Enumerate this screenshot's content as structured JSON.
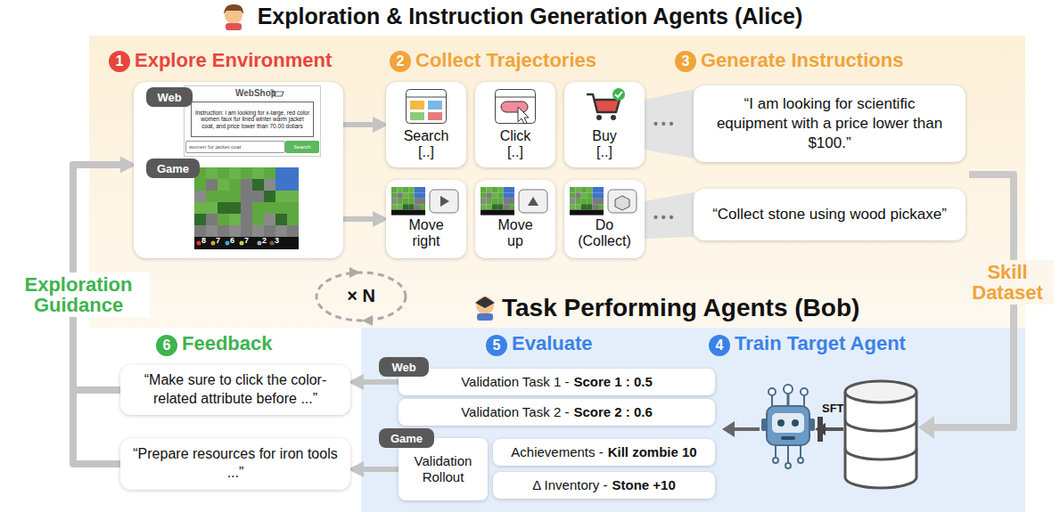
{
  "diagram": {
    "title": "Exploration & Instruction Generation Agents (Alice)",
    "nodes": [
      {
        "text": [
          "WebShop"
        ]
      },
      {
        "text": [
          "Web"
        ],
        "in": 0
      },
      {
        "text": [
          "Instruction: i am looking for x-large, red color women faux fur lined winter warm jacket coat, and price lower than 70.00 dollars"
        ],
        "in": 0
      },
      {
        "text": [
          "women fur jacket coat"
        ],
        "in": 0
      },
      {
        "text": [
          "Search"
        ],
        "in": 0
      },
      {
        "text": [
          "Game"
        ],
        "in": 0
      },
      {
        "text": [
          "Search [..]"
        ]
      },
      {
        "text": [
          "Click [..]"
        ]
      },
      {
        "text": [
          "Buy [..]"
        ]
      },
      {
        "text": [
          "Move right"
        ]
      },
      {
        "text": [
          "Move up"
        ]
      },
      {
        "text": [
          "Do (Collect)"
        ]
      },
      {
        "text": [
          "“I am looking for scientific equipment with a price lower than $100.”"
        ]
      },
      {
        "text": [
          "“Collect stone using wood pickaxe”"
        ]
      },
      {
        "text": [
          "Web"
        ]
      },
      {
        "text": [
          "Validation Task 1 -",
          "Score 1 : 0.5"
        ]
      },
      {
        "text": [
          "Validation Task 2 -",
          "Score 2 : 0.6"
        ]
      },
      {
        "text": [
          "Game"
        ]
      },
      {
        "text": [
          "Validation Rollout"
        ]
      },
      {
        "text": [
          "Achievements -",
          "Kill zombie 10"
        ]
      },
      {
        "text": [
          "Δ Inventory -",
          "Stone +10"
        ]
      },
      {
        "text": [
          "“Make sure to click the color-related attribute before ...”"
        ]
      },
      {
        "text": [
          "“Prepare resources for iron tools ...”"
        ]
      }
    ],
    "edges": [
      {
        "from": 0,
        "to": 6,
        "arrow": "to"
      },
      {
        "from": 0,
        "to": 9,
        "arrow": "to"
      },
      {
        "from": 15,
        "to": 21,
        "arrow": "to"
      },
      {
        "from": 18,
        "to": 22,
        "arrow": "to"
      },
      {
        "from": 21,
        "to": 0,
        "arrow": "to"
      },
      {
        "from": 22,
        "to": 0,
        "arrow": "to"
      }
    ],
    "labels": [
      "1",
      "Explore Environment",
      "2",
      "Collect Trajectories",
      "3",
      "Generate Instructions",
      "• • •",
      "• • •",
      "8",
      "7",
      "6",
      "7",
      "2",
      "3",
      "Skill Dataset",
      "Exploration Guidance",
      "× N",
      "Task Performing Agents (Bob)",
      "6",
      "Feedback",
      "5",
      "Evaluate",
      "4",
      "Train Target Agent",
      "SFT"
    ]
  }
}
